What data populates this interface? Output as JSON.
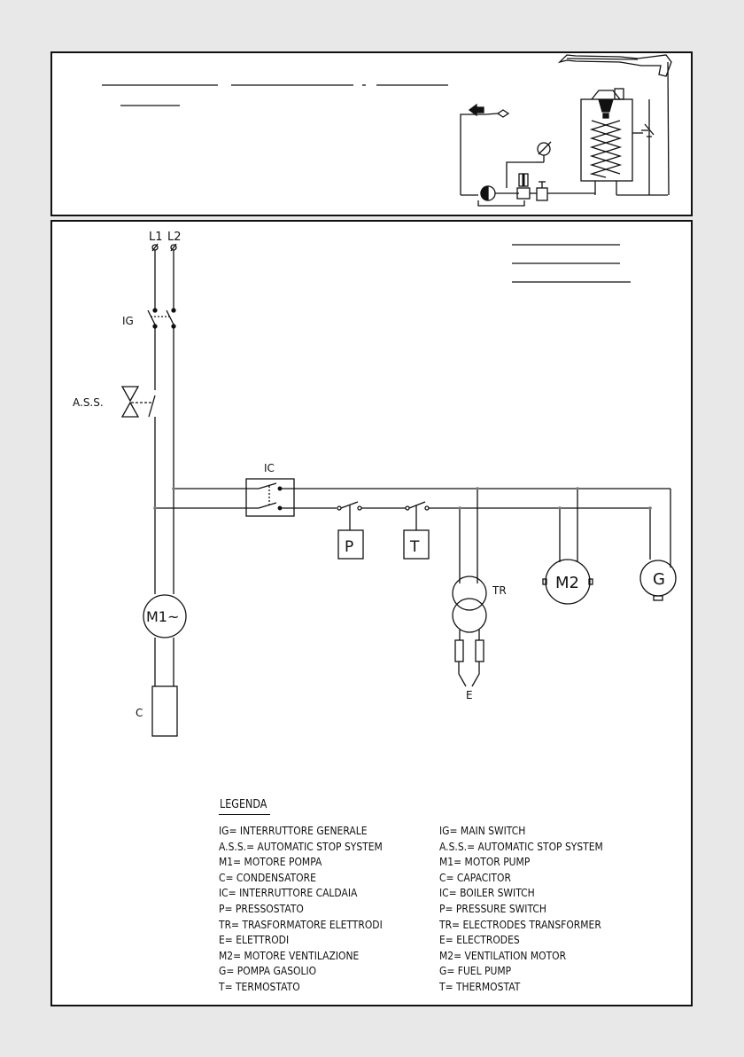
{
  "labels": {
    "L1": "L1",
    "L2": "L2",
    "IG": "IG",
    "ASS": "A.S.S.",
    "IC": "IC",
    "P": "P",
    "T": "T",
    "TR": "TR",
    "M2": "M2",
    "G": "G",
    "M1": "M1~",
    "E": "E",
    "C": "C"
  },
  "legend": {
    "title": "LEGENDA",
    "italian": [
      "IG= INTERRUTTORE GENERALE",
      "A.S.S.= AUTOMATIC STOP SYSTEM",
      "M1= MOTORE POMPA",
      "C= CONDENSATORE",
      "IC= INTERRUTTORE CALDAIA",
      "P= PRESSOSTATO",
      "TR= TRASFORMATORE ELETTRODI",
      "E= ELETTRODI",
      "M2= MOTORE VENTILAZIONE",
      "G= POMPA GASOLIO",
      "T= TERMOSTATO"
    ],
    "english": [
      "IG= MAIN SWITCH",
      "A.S.S.= AUTOMATIC STOP SYSTEM",
      "M1= MOTOR PUMP",
      "C= CAPACITOR",
      "IC= BOILER SWITCH",
      "P= PRESSURE SWITCH",
      "TR= ELECTRODES TRANSFORMER",
      "E= ELECTRODES",
      "M2= VENTILATION MOTOR",
      "G= FUEL PUMP",
      "T= THERMOSTAT"
    ]
  }
}
